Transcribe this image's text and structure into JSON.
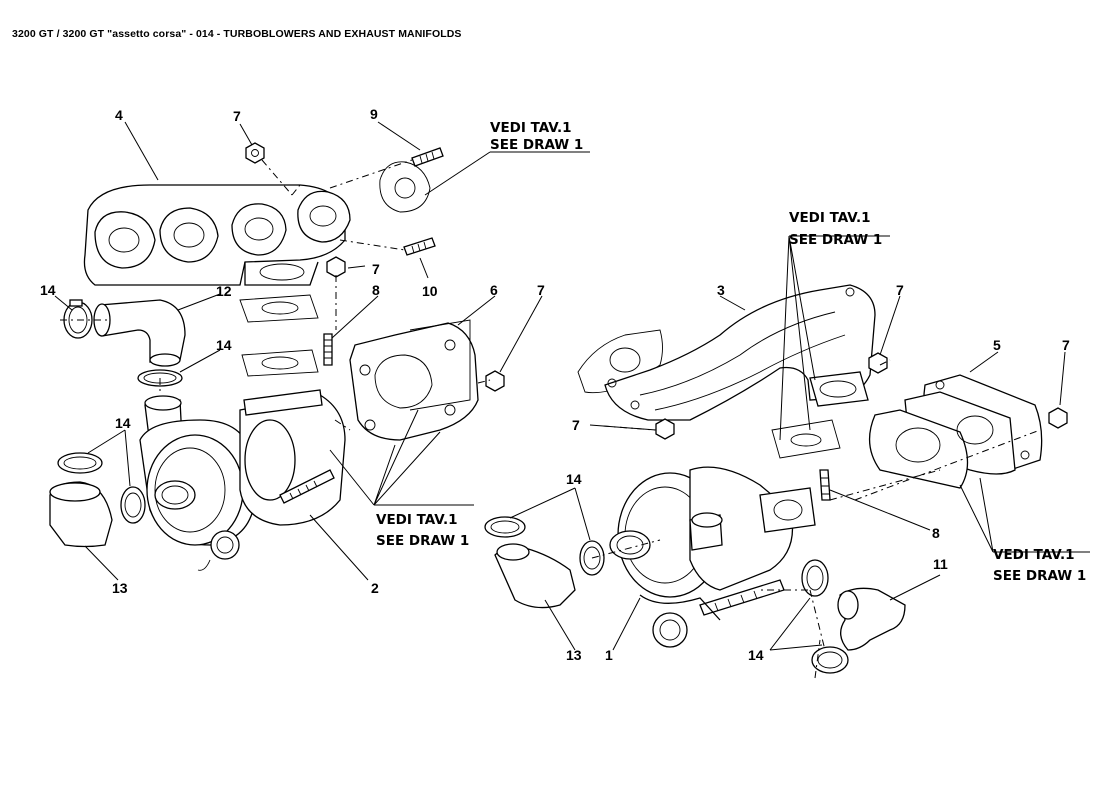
{
  "title": "3200 GT / 3200 GT \"assetto corsa\" - 014 - TURBOBLOWERS AND EXHAUST MANIFOLDS",
  "callouts": [
    "1",
    "2",
    "3",
    "4",
    "5",
    "6",
    "7",
    "8",
    "9",
    "10",
    "11",
    "12",
    "13",
    "14"
  ],
  "refs": {
    "vedi": "VEDI TAV.1",
    "see": "SEE DRAW 1"
  }
}
